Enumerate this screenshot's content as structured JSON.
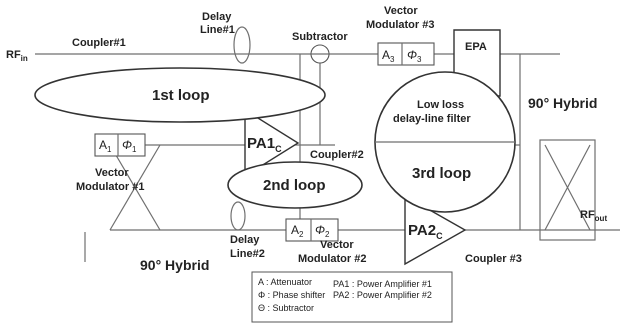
{
  "labels": {
    "rf_in": "RF",
    "rf_in_sub": "in",
    "rf_out": "RF",
    "rf_out_sub": "out",
    "coupler1": "Coupler#1",
    "delay_line1_a": "Delay",
    "delay_line1_b": "Line#1",
    "subtractor": "Subtractor",
    "vm3_a": "Vector",
    "vm3_b": "Modulator #3",
    "epa": "EPA",
    "a3": "A",
    "a3_sub": "3",
    "phi3": "Φ",
    "phi3_sub": "3",
    "loop1": "1st loop",
    "loop2": "2nd loop",
    "loop3": "3rd loop",
    "filter_a": "Low loss",
    "filter_b": "delay-line filter",
    "hybrid_right": "90° Hybrid",
    "hybrid_left": "90° Hybrid",
    "a1": "A",
    "a1_sub": "1",
    "phi1": "Φ",
    "phi1_sub": "1",
    "vm1_a": "Vector",
    "vm1_b": "Modulator #1",
    "pa1": "PA1",
    "pa1_sub": "C",
    "coupler2": "Coupler#2",
    "delay_line2_a": "Delay",
    "delay_line2_b": "Line#2",
    "a2": "A",
    "a2_sub": "2",
    "phi2": "Φ",
    "phi2_sub": "2",
    "vm2_a": "Vector",
    "vm2_b": "Modulator #2",
    "pa2": "PA2",
    "pa2_sub": "C",
    "coupler3": "Coupler #3"
  },
  "legend": {
    "line1_a": "A : Attenuator",
    "line1_b": "PA1 : Power Amplifier #1",
    "line2_a": "Φ : Phase shifter",
    "line2_b": "PA2 : Power Amplifier #2",
    "line3": "Θ : Subtractor"
  }
}
